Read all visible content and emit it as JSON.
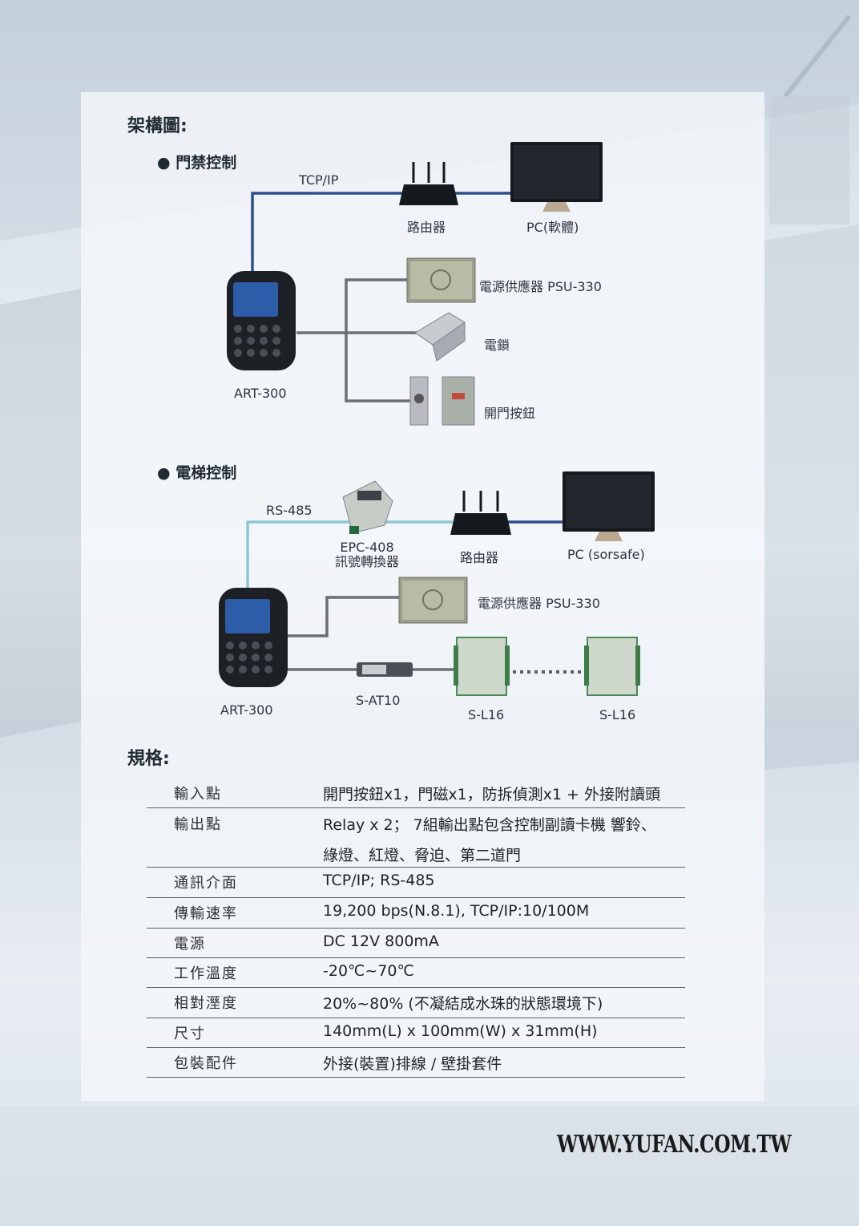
{
  "headings": {
    "architecture": "架構圖:",
    "specs": "規格:"
  },
  "access": {
    "title": "門禁控制",
    "tcp_label": "TCP/IP",
    "router_label": "路由器",
    "pc_label": "PC(軟體)",
    "psu_label": "電源供應器 PSU-330",
    "lock_label": "電鎖",
    "button_label": "開門按鈕",
    "reader_label": "ART-300"
  },
  "elevator": {
    "title": "電梯控制",
    "rs485_label": "RS-485",
    "converter_model": "EPC-408",
    "converter_label": "訊號轉換器",
    "router_label": "路由器",
    "pc_label": "PC (sorsafe)",
    "psu_label": "電源供應器 PSU-330",
    "reader_label": "ART-300",
    "sat_label": "S-AT10",
    "sl16_a": "S-L16",
    "sl16_b": "S-L16"
  },
  "specs": [
    {
      "key": "輸入點",
      "value": "開門按鈕x1，門磁x1，防拆偵測x1 + 外接附讀頭"
    },
    {
      "key": "輸出點",
      "value": "Relay x 2； 7組輸出點包含控制副讀卡機 響鈴、",
      "value2": "綠燈、紅燈、脅迫、第二道門"
    },
    {
      "key": "通訊介面",
      "value": "TCP/IP; RS-485"
    },
    {
      "key": "傳輸速率",
      "value": "19,200 bps(N.8.1), TCP/IP:10/100M"
    },
    {
      "key": "電源",
      "value": "DC 12V 800mA"
    },
    {
      "key": "工作溫度",
      "value": "-20℃~70℃"
    },
    {
      "key": "相對溼度",
      "value": "20%~80% (不凝結成水珠的狀態環境下)"
    },
    {
      "key": "尺寸",
      "value": "140mm(L) x 100mm(W) x 31mm(H)"
    },
    {
      "key": "包裝配件",
      "value": "外接(裝置)排線 / 壁掛套件"
    }
  ],
  "footer": {
    "url": "WWW.YUFAN.COM.TW"
  },
  "colors": {
    "tcp_line": "#2c4f8a",
    "rs485_line": "#8fc6d4",
    "wire": "#6b6e72"
  }
}
